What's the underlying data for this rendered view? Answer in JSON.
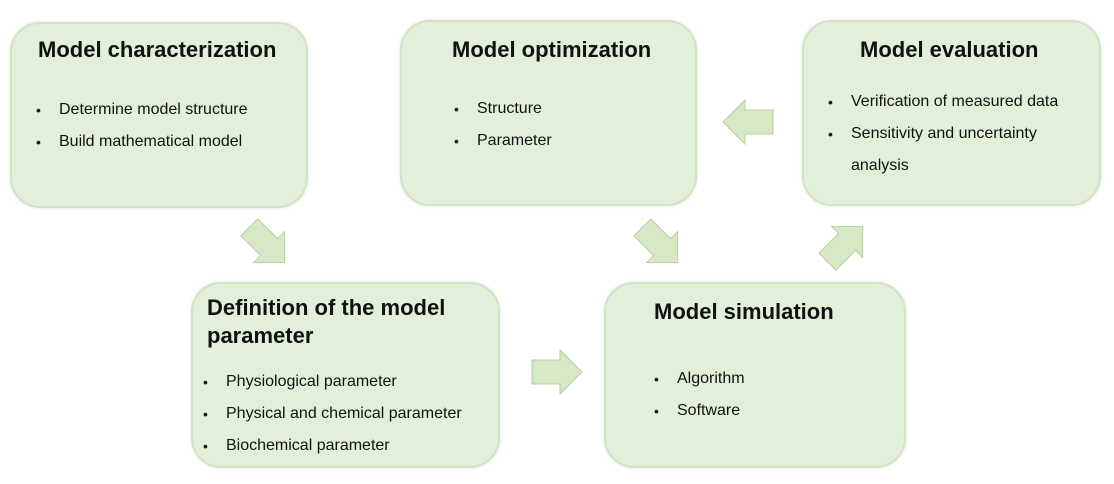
{
  "colors": {
    "box_fill": "#e2efd9",
    "box_border": "#d3e3c7",
    "arrow_fill": "#d6e8c6",
    "arrow_stroke": "#b5d2a0",
    "text": "#111111"
  },
  "boxes": {
    "characterization": {
      "title": "Model characterization",
      "items": [
        "Determine model  structure",
        "Build mathematical model"
      ]
    },
    "optimization": {
      "title": "Model optimization",
      "items": [
        "Structure",
        "Parameter"
      ]
    },
    "evaluation": {
      "title": "Model evaluation",
      "items": [
        "Verification of measured data",
        "Sensitivity and uncertainty analysis"
      ]
    },
    "definition": {
      "title": "Definition of the  model parameter",
      "items": [
        "Physiological parameter",
        "Physical and chemical parameter",
        "Biochemical parameter"
      ]
    },
    "simulation": {
      "title": "Model simulation",
      "items": [
        "Algorithm",
        "Software"
      ]
    }
  },
  "flow_arrows": [
    {
      "from": "characterization",
      "to": "definition",
      "direction": "down-right"
    },
    {
      "from": "definition",
      "to": "simulation",
      "direction": "right"
    },
    {
      "from": "simulation",
      "to": "evaluation",
      "direction": "up-right"
    },
    {
      "from": "evaluation",
      "to": "optimization",
      "direction": "left"
    },
    {
      "from": "optimization",
      "to": "simulation",
      "direction": "down-right"
    }
  ]
}
